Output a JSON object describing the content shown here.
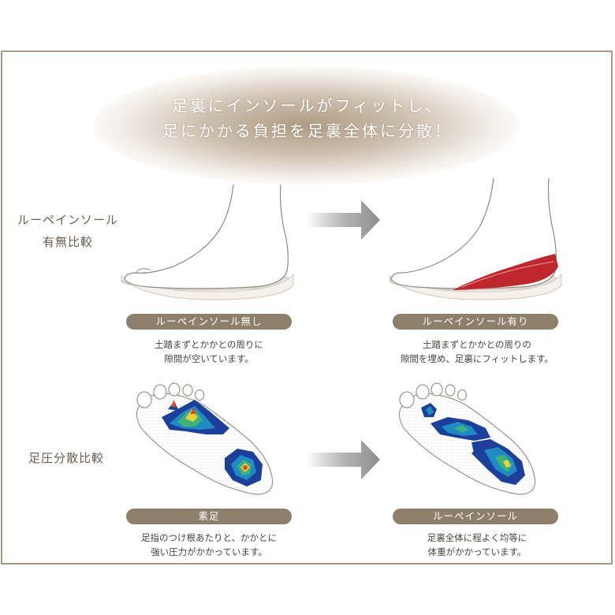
{
  "headline": {
    "line1": "足裏にインソールがフィットし、",
    "line2": "足にかかる負担を足裏全体に分散！"
  },
  "section1": {
    "label_line1": "ルーペインソール",
    "label_line2": "有無比較",
    "left": {
      "pill": "ルーペインソール無し",
      "desc_line1": "土踏まずとかかとの周りに",
      "desc_line2": "隙間が空いています。"
    },
    "right": {
      "pill": "ルーペインソール有り",
      "desc_line1": "土踏まずとかかとの周りの",
      "desc_line2": "隙間を埋め、足裏にフィットします。"
    }
  },
  "section2": {
    "label": "足圧分散比較",
    "left": {
      "pill": "素足",
      "desc_line1": "足指のつけ根あたりと、かかとに",
      "desc_line2": "強い圧力がかかっています。"
    },
    "right": {
      "pill": "ルーペインソール",
      "desc_line1": "足裏全体に程よく均等に",
      "desc_line2": "体重がかかっています。"
    }
  },
  "colors": {
    "pill": "#8e7f6a",
    "frame": "#a89a86",
    "arrow": "#9a9a9a",
    "insole": "#c0262b"
  },
  "icons": {
    "arrow": "arrow-right-icon",
    "foot_side": "foot-side-icon",
    "footprint": "footprint-pressure-icon"
  }
}
